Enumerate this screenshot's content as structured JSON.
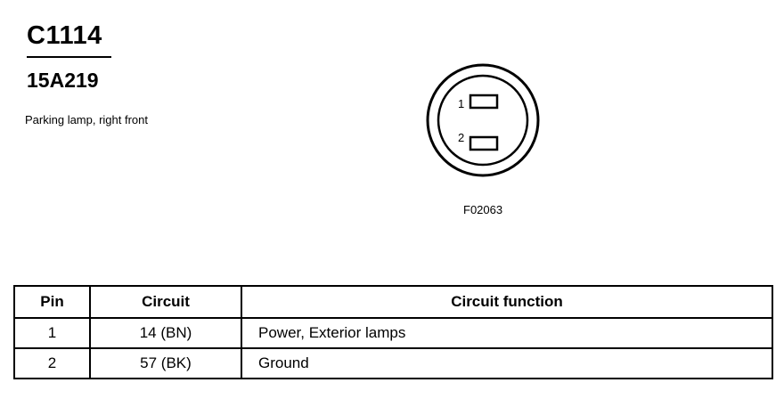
{
  "header": {
    "connector_id": "C1114",
    "part_number": "15A219",
    "description": "Parking lamp, right front"
  },
  "diagram": {
    "figure_id": "F02063",
    "pins": [
      {
        "label": "1"
      },
      {
        "label": "2"
      }
    ]
  },
  "table": {
    "headers": [
      "Pin",
      "Circuit",
      "Circuit function"
    ],
    "rows": [
      {
        "pin": "1",
        "circuit": "14 (BN)",
        "function": "Power, Exterior lamps"
      },
      {
        "pin": "2",
        "circuit": "57 (BK)",
        "function": "Ground"
      }
    ]
  }
}
